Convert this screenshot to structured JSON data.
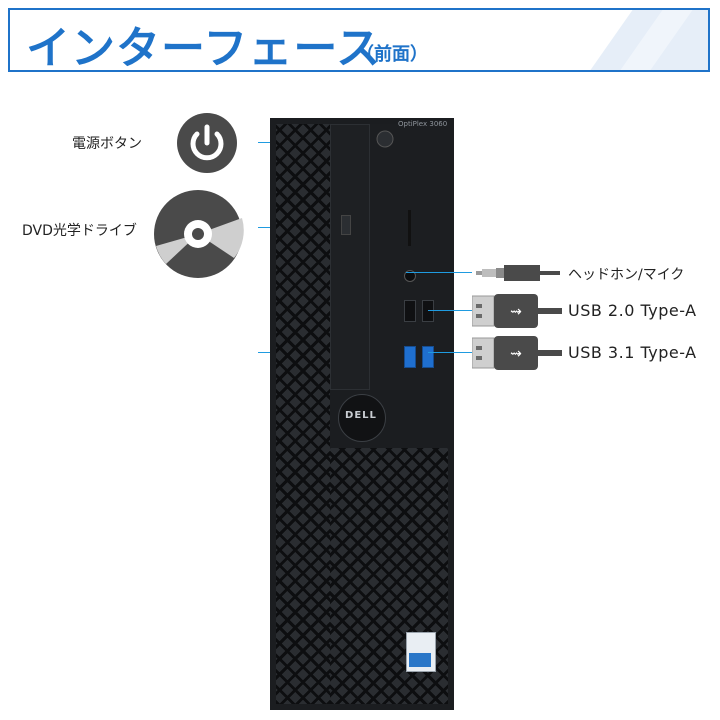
{
  "header": {
    "title": "インターフェース",
    "subtitle": "（前面）"
  },
  "tower": {
    "model": "OptiPlex 3060",
    "logo": "DELL"
  },
  "labels": {
    "power": "電源ボタン",
    "dvd": "DVD光学ドライブ",
    "headphone": "ヘッドホン/マイク",
    "usb2": "USB 2.0 Type-A",
    "usb3": "USB 3.1 Type-A"
  },
  "colors": {
    "accent": "#1f73c9",
    "line": "#1f9be0",
    "icon": "#4a4a4a"
  },
  "icons": [
    "power-icon",
    "disc-icon",
    "audio-jack-icon",
    "usb-plug-icon"
  ]
}
